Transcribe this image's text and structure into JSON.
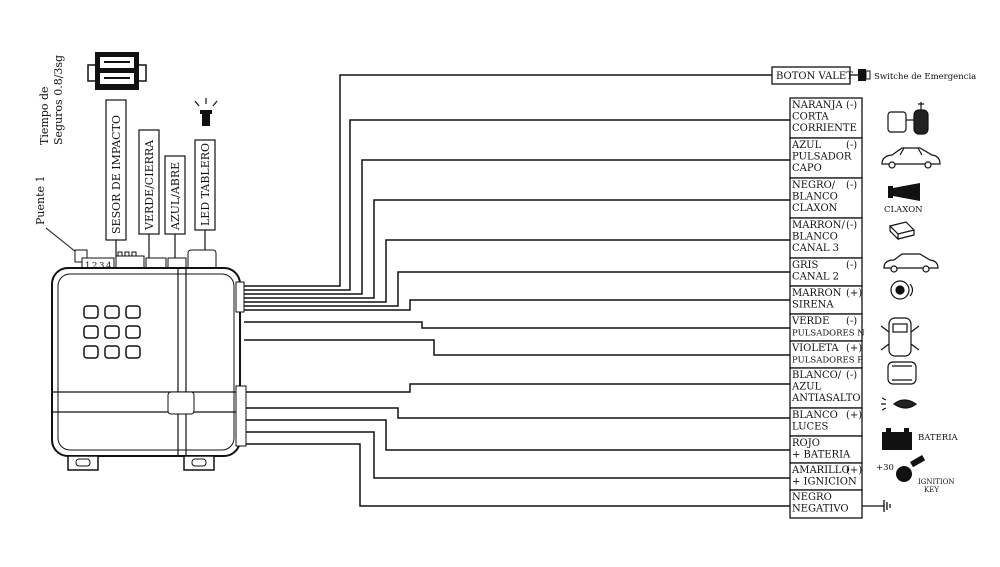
{
  "delay_label_line1": "Tiempo de",
  "delay_label_line2": "Seguros 0.8/3sg",
  "bridge_label": "Puente 1",
  "pin_numbers": [
    "1",
    "2",
    "3",
    "4"
  ],
  "connectors": {
    "impact_sensor": "SESOR DE IMPACTO",
    "green_lock": "VERDE/CIERRA",
    "blue_unlock": "AZUL/ABRE",
    "dash_led": "LED TABLERO"
  },
  "valet": {
    "button": "BOTON VALET",
    "switch": "Switche de Emergencia"
  },
  "wires": [
    {
      "lines": [
        "NARANJA",
        "CORTA",
        "CORRIENTE"
      ],
      "sign": "(-)"
    },
    {
      "lines": [
        "AZUL",
        "PULSADOR",
        "CAPO"
      ],
      "sign": "(-)"
    },
    {
      "lines": [
        "NEGRO/",
        "BLANCO",
        "CLAXON"
      ],
      "sign": "(-)"
    },
    {
      "lines": [
        "MARRON/",
        "BLANCO",
        "CANAL 3"
      ],
      "sign": "(-)"
    },
    {
      "lines": [
        "GRIS",
        "CANAL 2"
      ],
      "sign": "(-)"
    },
    {
      "lines": [
        "MARRON",
        "SIRENA"
      ],
      "sign": "(+)"
    },
    {
      "lines": [
        "VERDE",
        "PULSADORES N"
      ],
      "sign": "(-)"
    },
    {
      "lines": [
        "VIOLETA",
        "PULSADORES P"
      ],
      "sign": "(+)"
    },
    {
      "lines": [
        "BLANCO/",
        "AZUL",
        "ANTIASALTO"
      ],
      "sign": "(-)"
    },
    {
      "lines": [
        "BLANCO",
        "LUCES"
      ],
      "sign": "(+)"
    },
    {
      "lines": [
        "ROJO",
        "+ BATERIA"
      ],
      "sign": ""
    },
    {
      "lines": [
        "AMARILLO",
        "+ IGNICION"
      ],
      "sign": "(+)"
    },
    {
      "lines": [
        "NEGRO",
        "NEGATIVO"
      ],
      "sign": ""
    }
  ],
  "device_labels": {
    "horn": "CLAXON",
    "battery": "BATERIA",
    "ignition_plus": "+30",
    "ignition_line1": "IGNITION",
    "ignition_line2": "KEY"
  },
  "icons": [
    "fuel-pump-icon",
    "car-hood-icon",
    "horn-icon",
    "remote-module-icon",
    "car-trunk-icon",
    "siren-icon",
    "car-doors-icon",
    "car-top-icon",
    "headlight-icon",
    "battery-icon",
    "ignition-key-icon",
    "ground-icon",
    "led-icon",
    "switch-icon"
  ]
}
